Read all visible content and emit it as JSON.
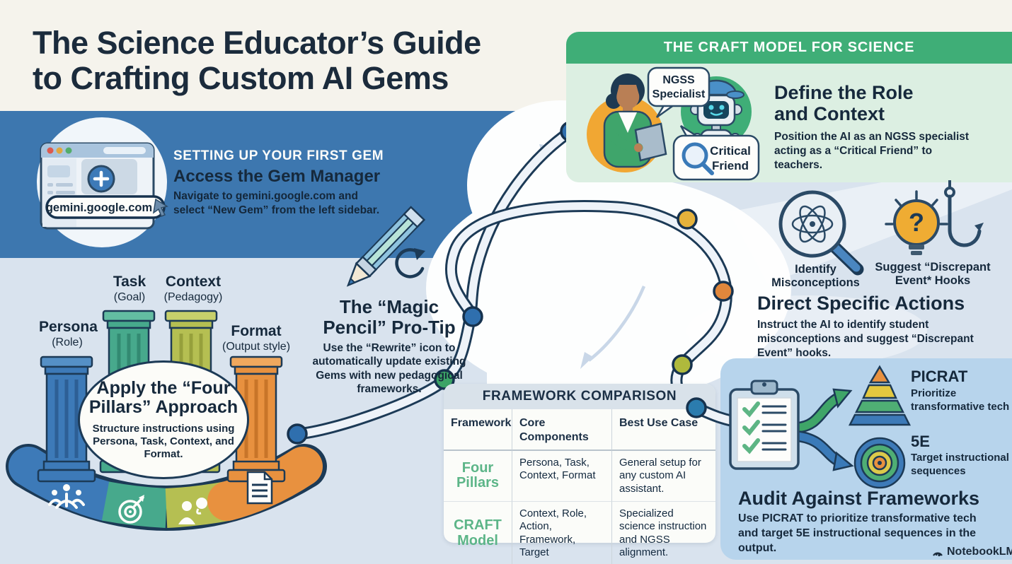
{
  "title": {
    "line1": "The Science Educator’s Guide",
    "line2": "to Crafting Custom AI Gems"
  },
  "setup": {
    "kicker": "SETTING UP YOUR FIRST GEM",
    "heading": "Access the Gem Manager",
    "body": "Navigate to gemini.google.com and select “New Gem” from the left sidebar.",
    "browser_url": "gemini.google.com"
  },
  "craft": {
    "header": "THE CRAFT MODEL FOR SCIENCE",
    "bubble1": {
      "line1": "NGSS",
      "line2": "Specialist"
    },
    "bubble2": {
      "line1": "Critical",
      "line2": "Friend"
    },
    "heading": "Define the Role and Context",
    "body": "Position the AI as an NGSS specialist acting as a “Critical Friend” to teachers."
  },
  "pillars": {
    "items": [
      {
        "name": "Persona",
        "sub": "(Role)",
        "color": "#3d7ab8"
      },
      {
        "name": "Task",
        "sub": "(Goal)",
        "color": "#47a98c"
      },
      {
        "name": "Context",
        "sub": "(Pedagogy)",
        "color": "#b5bf52"
      },
      {
        "name": "Format",
        "sub": "(Output style)",
        "color": "#e8913f"
      }
    ],
    "oval_heading": "Apply the “Four Pillars” Approach",
    "oval_body": "Structure instructions using Persona, Task, Context, and Format."
  },
  "pencil": {
    "heading": "The “Magic Pencil” Pro-Tip",
    "body": "Use the “Rewrite” icon to automatically update existing Gems with new pedagogical frameworks."
  },
  "actions": {
    "icon1_label": "Identify Misconceptions",
    "icon2_label": "Suggest “Discrepant Event* Hooks",
    "heading": "Direct Specific Actions",
    "body": "Instruct the AI to identify student misconceptions and suggest “Discrepant Event” hooks."
  },
  "table": {
    "title": "FRAMEWORK COMPARISON",
    "headers": [
      "Framework",
      "Core Components",
      "Best Use Case"
    ],
    "rows": [
      {
        "framework": "Four Pillars",
        "components": "Persona, Task, Context, Format",
        "use_case": "General setup for any custom AI assistant."
      },
      {
        "framework": "CRAFT Model",
        "components": "Context, Role, Action, Framework, Target",
        "use_case": "Specialized science instruction and NGSS alignment."
      }
    ]
  },
  "audit": {
    "picrat_label": "PICRAT",
    "picrat_desc": "Prioritize transformative tech",
    "fivee_label": "5E",
    "fivee_desc": "Target instructional sequences",
    "heading": "Audit Against Frameworks",
    "body": "Use PICRAT to prioritize transformative tech and target 5E instructional sequences in the output."
  },
  "footer": {
    "brand": "NotebookLM"
  },
  "colors": {
    "cream": "#f5f3ec",
    "navy_text": "#1b2b3c",
    "band_blue": "#3d77af",
    "bg_light": "#d9e3ee",
    "craft_green": "#3fae77",
    "craft_body": "#dcefe2",
    "panel_blue": "#b7d4ec",
    "table_green_text": "#5cb588",
    "dot_blue": "#2f6fae",
    "dot_green": "#3ba366",
    "dot_yellow": "#e5b23b",
    "dot_orange": "#e0873c",
    "dot_olive": "#afb93c",
    "dot_teal": "#2b7cae",
    "picrat_colors": [
      "#e8913f",
      "#e3c83f",
      "#4fae74",
      "#3d7ab8"
    ],
    "target_colors": [
      "#3d7ab8",
      "#4fae74",
      "#dcc94a",
      "#e8913f"
    ]
  }
}
